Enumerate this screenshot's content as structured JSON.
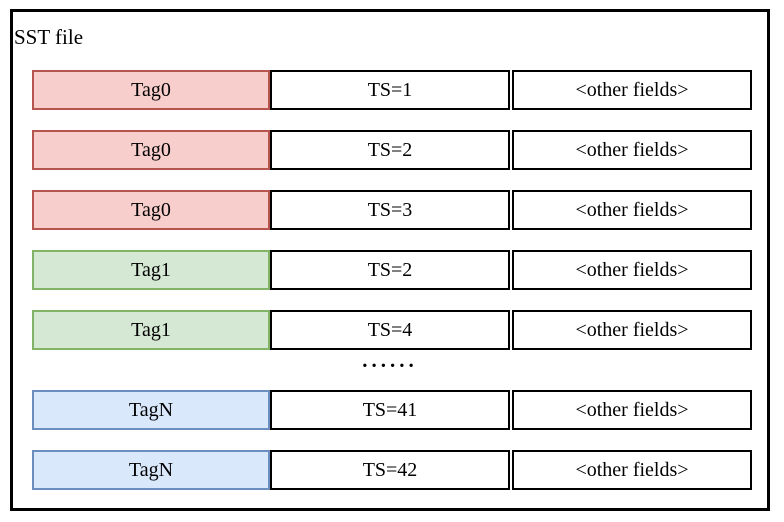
{
  "diagram": {
    "title": "SST file",
    "ellipsis": "......",
    "colors": {
      "red_fill": "#f8cecc",
      "red_border": "#b85450",
      "green_fill": "#d5e8d4",
      "green_border": "#82b366",
      "blue_fill": "#dae8fc",
      "blue_border": "#6c8ebf",
      "box_border": "#000000",
      "background": "#ffffff"
    },
    "rows": [
      {
        "tag": "Tag0",
        "ts": "TS=1",
        "other": "<other fields>",
        "group": "red"
      },
      {
        "tag": "Tag0",
        "ts": "TS=2",
        "other": "<other fields>",
        "group": "red"
      },
      {
        "tag": "Tag0",
        "ts": "TS=3",
        "other": "<other fields>",
        "group": "red"
      },
      {
        "tag": "Tag1",
        "ts": "TS=2",
        "other": "<other fields>",
        "group": "green"
      },
      {
        "tag": "Tag1",
        "ts": "TS=4",
        "other": "<other fields>",
        "group": "green"
      },
      {
        "tag": "TagN",
        "ts": "TS=41",
        "other": "<other fields>",
        "group": "blue"
      },
      {
        "tag": "TagN",
        "ts": "TS=42",
        "other": "<other fields>",
        "group": "blue"
      }
    ]
  }
}
